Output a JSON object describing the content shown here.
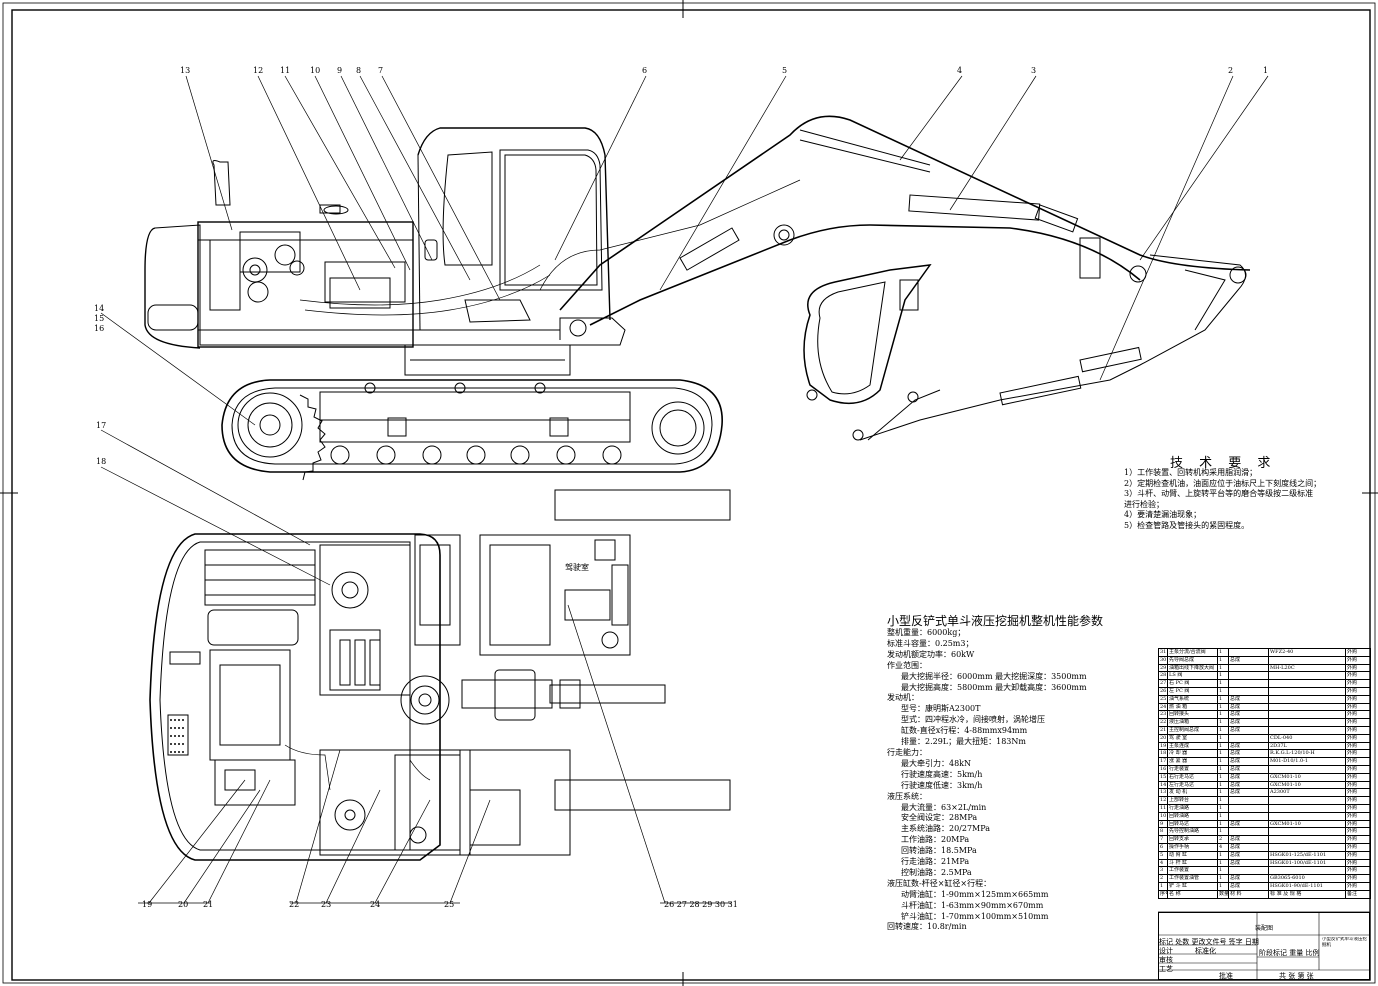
{
  "tech": {
    "title": "技 术 要 求",
    "items": [
      "1）工作装置、回转机构采用脂润滑；",
      "2）定期检查机油，油面应位于油标尺上下刻度线之间；",
      "3）斗杆、动臂、上旋转平台等的磨合等级按二级标准",
      "   进行检验；",
      "4）要清楚漏油现象；",
      "5）检查管路及管接头的紧固程度。"
    ]
  },
  "spec": {
    "title": "小型反铲式单斗液压挖掘机整机性能参数",
    "lines": [
      {
        "t": "整机重量：6000kg；",
        "i": 0
      },
      {
        "t": "标准斗容量：0.25m3；",
        "i": 0
      },
      {
        "t": "发动机额定功率：60kW",
        "i": 0
      },
      {
        "t": "作业范围：",
        "i": 0
      },
      {
        "t": "最大挖掘半径：6000mm  最大挖掘深度：3500mm",
        "i": 1
      },
      {
        "t": "最大挖掘高度：5800mm  最大卸载高度：3600mm",
        "i": 1
      },
      {
        "t": "发动机：",
        "i": 0
      },
      {
        "t": "型号：康明斯A2300T",
        "i": 1
      },
      {
        "t": "型式：四冲程水冷，间接喷射，涡轮增压",
        "i": 1
      },
      {
        "t": "缸数-直径x行程：4-88mmx94mm",
        "i": 1
      },
      {
        "t": "排量：2.29L；最大扭矩：183Nm",
        "i": 1
      },
      {
        "t": "行走能力：",
        "i": 0
      },
      {
        "t": "最大牵引力：48kN",
        "i": 1
      },
      {
        "t": "行驶速度高速：5km/h",
        "i": 1
      },
      {
        "t": "行驶速度低速：3km/h",
        "i": 1
      },
      {
        "t": "液压系统：",
        "i": 0
      },
      {
        "t": "最大流量：63×2L/min",
        "i": 1
      },
      {
        "t": "安全阀设定：28MPa",
        "i": 1
      },
      {
        "t": "主系统油路：20/27MPa",
        "i": 1
      },
      {
        "t": "工作油路：20MPa",
        "i": 1
      },
      {
        "t": "回转油路：18.5MPa",
        "i": 1
      },
      {
        "t": "行走油路：21MPa",
        "i": 1
      },
      {
        "t": "控制油路：2.5MPa",
        "i": 1
      },
      {
        "t": "液压缸数-杆径×缸径×行程：",
        "i": 0
      },
      {
        "t": "动臂油缸：1-90mm×125mm×665mm",
        "i": 1
      },
      {
        "t": "斗杆油缸：1-63mm×90mm×670mm",
        "i": 1
      },
      {
        "t": "铲斗油缸：1-70mm×100mm×510mm",
        "i": 1
      },
      {
        "t": "回转速度：10.8r/min",
        "i": 0
      }
    ]
  },
  "labels": {
    "cab": "驾驶室",
    "top_numbers": [
      {
        "n": "13"
      },
      {
        "n": "12"
      },
      {
        "n": "11"
      },
      {
        "n": "10"
      },
      {
        "n": "9"
      },
      {
        "n": "8"
      },
      {
        "n": "7"
      },
      {
        "n": "6"
      },
      {
        "n": "5"
      },
      {
        "n": "4"
      },
      {
        "n": "3"
      },
      {
        "n": "2"
      },
      {
        "n": "1"
      }
    ],
    "left_numbers": [
      "14",
      "15",
      "16",
      "17",
      "18"
    ],
    "bottom_numbers": [
      "19",
      "20",
      "21",
      "22",
      "23",
      "24",
      "25",
      "26 27 28 29 30 31"
    ]
  },
  "bom": {
    "rows": [
      [
        "31",
        "主泵分流/合流阀",
        "1",
        "",
        "WFZ2-40",
        "外购"
      ],
      [
        "30",
        "先导阀总成",
        "1",
        "总成",
        "",
        "外购"
      ],
      [
        "29",
        "油箱出线下降放大阀",
        "1",
        "",
        "MH-L20C",
        "外购"
      ],
      [
        "28",
        "LS 阀",
        "1",
        "",
        "",
        "外购"
      ],
      [
        "27",
        "右 PC 阀",
        "1",
        "",
        "",
        "外购"
      ],
      [
        "26",
        "左 PC 阀",
        "1",
        "",
        "",
        "外购"
      ],
      [
        "25",
        "油气系统",
        "1",
        "总成",
        "",
        "外购"
      ],
      [
        "24",
        "燃 油 箱",
        "1",
        "总成",
        "",
        "外购"
      ],
      [
        "23",
        "回转接头",
        "1",
        "总成",
        "",
        "外购"
      ],
      [
        "22",
        "液压油箱",
        "1",
        "总成",
        "",
        "外购"
      ],
      [
        "21",
        "主控制阀总成",
        "1",
        "总成",
        "",
        "外购"
      ],
      [
        "20",
        "驾 驶 室",
        "1",
        "",
        "CDL-040",
        "外购"
      ],
      [
        "19",
        "主泵连成",
        "1",
        "总成",
        "2D37L",
        "外购"
      ],
      [
        "18",
        "冷 却 器",
        "1",
        "总成",
        "R.K.G.L-120/10-H",
        "外购"
      ],
      [
        "17",
        "涨 紧 器",
        "1",
        "总成",
        "M01-D10/1.0-1",
        "外购"
      ],
      [
        "16",
        "行走装置",
        "1",
        "总成",
        "",
        "外购"
      ],
      [
        "15",
        "右行走马达",
        "1",
        "总成",
        "GXCM01-10",
        "外购"
      ],
      [
        "14",
        "左行走马达",
        "1",
        "总成",
        "GXCM01-10",
        "外购"
      ],
      [
        "13",
        "发 动 机",
        "1",
        "总成",
        "A2300T",
        "外购"
      ],
      [
        "12",
        "上部转台",
        "1",
        "",
        "",
        "外购"
      ],
      [
        "11",
        "行走油路",
        "1",
        "",
        "",
        "外购"
      ],
      [
        "10",
        "回转油路",
        "1",
        "",
        "",
        "外购"
      ],
      [
        "9",
        "回转马达",
        "1",
        "总成",
        "GXCM01-10",
        "外购"
      ],
      [
        "8",
        "先导控制油路",
        "1",
        "",
        "",
        "外购"
      ],
      [
        "7",
        "回转支承",
        "2",
        "总成",
        "",
        "外购"
      ],
      [
        "6",
        "操作手柄",
        "4",
        "总成",
        "",
        "外购"
      ],
      [
        "5",
        "动 臂 缸",
        "1",
        "总成",
        "HSGK01-125/dE-1101",
        "外购"
      ],
      [
        "4",
        "斗 杆 缸",
        "1",
        "总成",
        "HSGK01-100/dE-1101",
        "外购"
      ],
      [
        "3",
        "工作装置",
        "1",
        "",
        "",
        "外购"
      ],
      [
        "2",
        "工作装置油管",
        "1",
        "总成",
        "GB3065-6010",
        "外购"
      ],
      [
        "1",
        "铲 斗 缸",
        "1",
        "总成",
        "HSGK01-90/dE-1101",
        "外购"
      ]
    ],
    "header": [
      "序号",
      "名  称",
      "数量",
      "材  料",
      "标 准 及 规 格",
      "备注"
    ]
  },
  "title_block": {
    "drawing_name": "装配图",
    "project": "小型反铲式单斗液压挖掘机",
    "row1": "标记 处数 更改文件号 签字 日期",
    "design": "设计",
    "standard": "标准化",
    "check": "审核",
    "process": "工艺",
    "approve": "批准",
    "stage": "阶段标记 重量 比例",
    "sheet": "共   张 第   张"
  }
}
